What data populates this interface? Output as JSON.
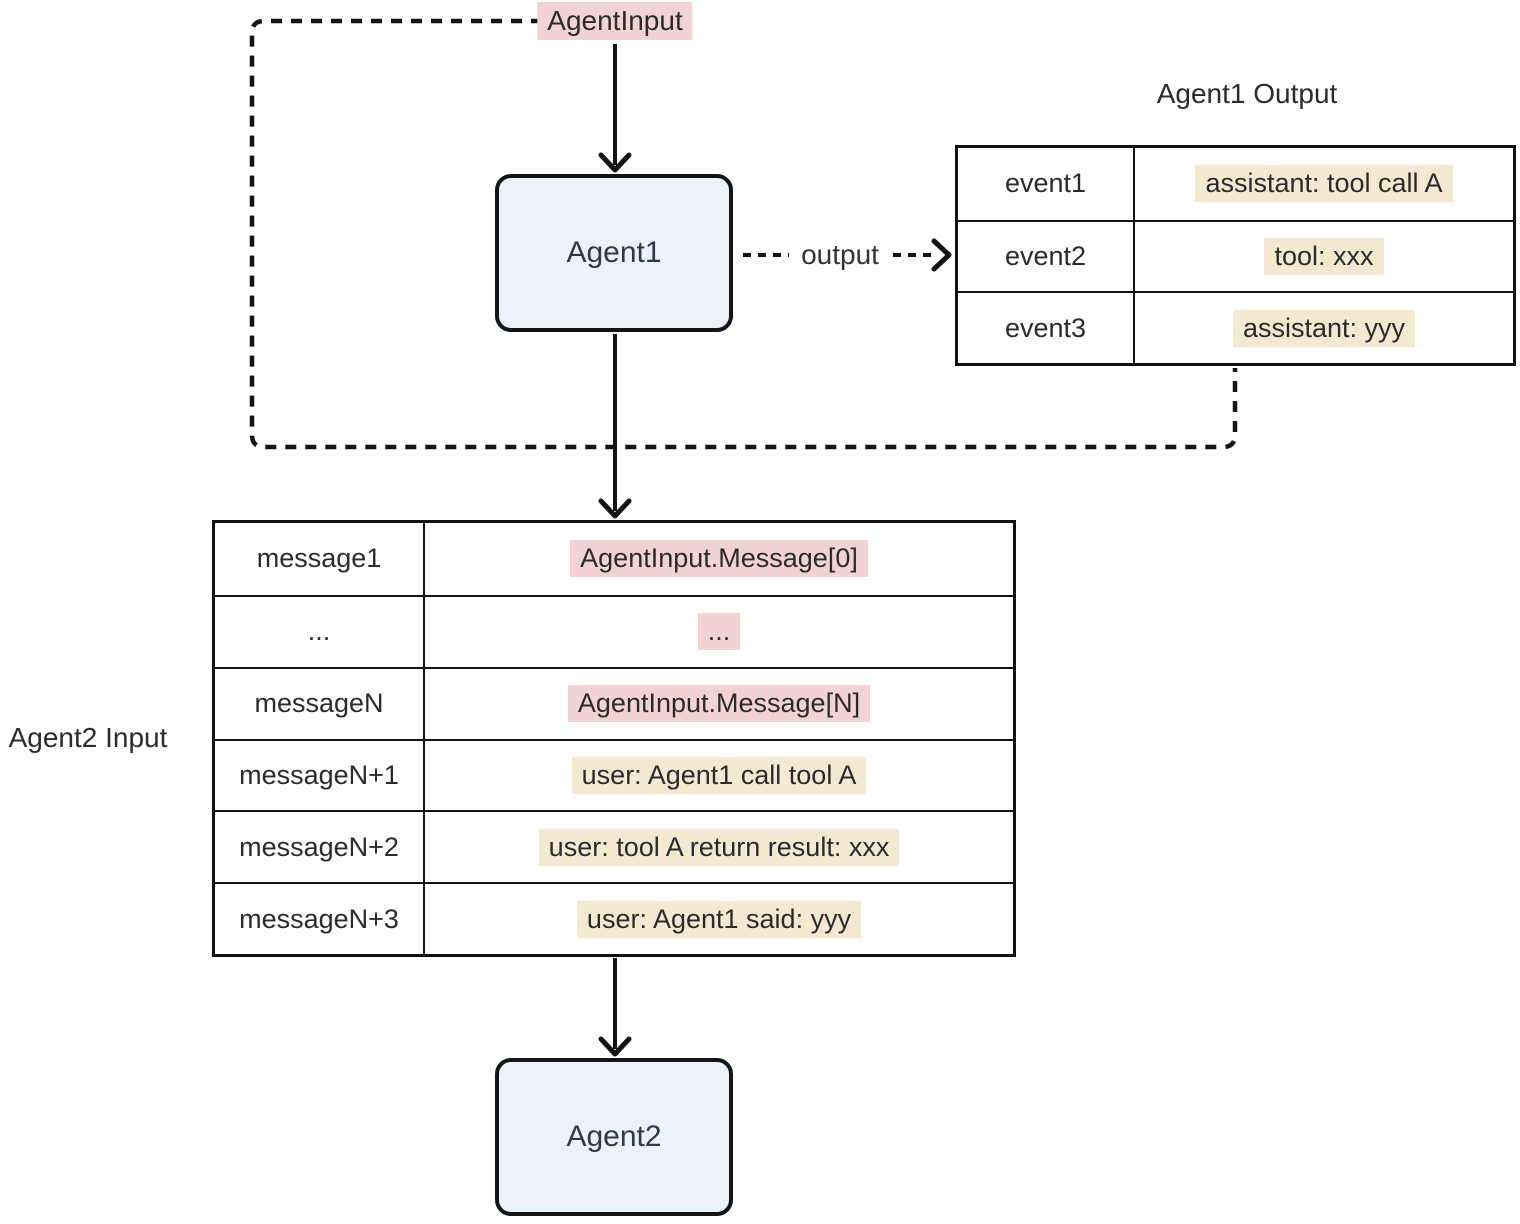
{
  "colors": {
    "pink": "#f2d3d3",
    "cream": "#f3e9d1",
    "node_fill": "#edf1fa",
    "line": "#141414",
    "text": "#2b2b2b",
    "node_text": "#2e3a48"
  },
  "diagram": {
    "agent_input_label": "AgentInput",
    "agent1": {
      "label": "Agent1"
    },
    "agent2": {
      "label": "Agent2"
    },
    "output_edge_label": "output",
    "agent1_output": {
      "title": "Agent1 Output",
      "rows": [
        {
          "key": "event1",
          "value": "assistant: tool call A",
          "highlight": "cream"
        },
        {
          "key": "event2",
          "value": "tool: xxx",
          "highlight": "cream"
        },
        {
          "key": "event3",
          "value": "assistant: yyy",
          "highlight": "cream"
        }
      ]
    },
    "agent2_input": {
      "title": "Agent2 Input",
      "rows": [
        {
          "key": "message1",
          "value": "AgentInput.Message[0]",
          "highlight": "pink"
        },
        {
          "key": "...",
          "value": "...",
          "highlight": "pink"
        },
        {
          "key": "messageN",
          "value": "AgentInput.Message[N]",
          "highlight": "pink"
        },
        {
          "key": "messageN+1",
          "value": "user: Agent1 call tool A",
          "highlight": "cream"
        },
        {
          "key": "messageN+2",
          "value": "user: tool A return result: xxx",
          "highlight": "cream"
        },
        {
          "key": "messageN+3",
          "value": "user: Agent1 said: yyy",
          "highlight": "cream"
        }
      ]
    }
  }
}
